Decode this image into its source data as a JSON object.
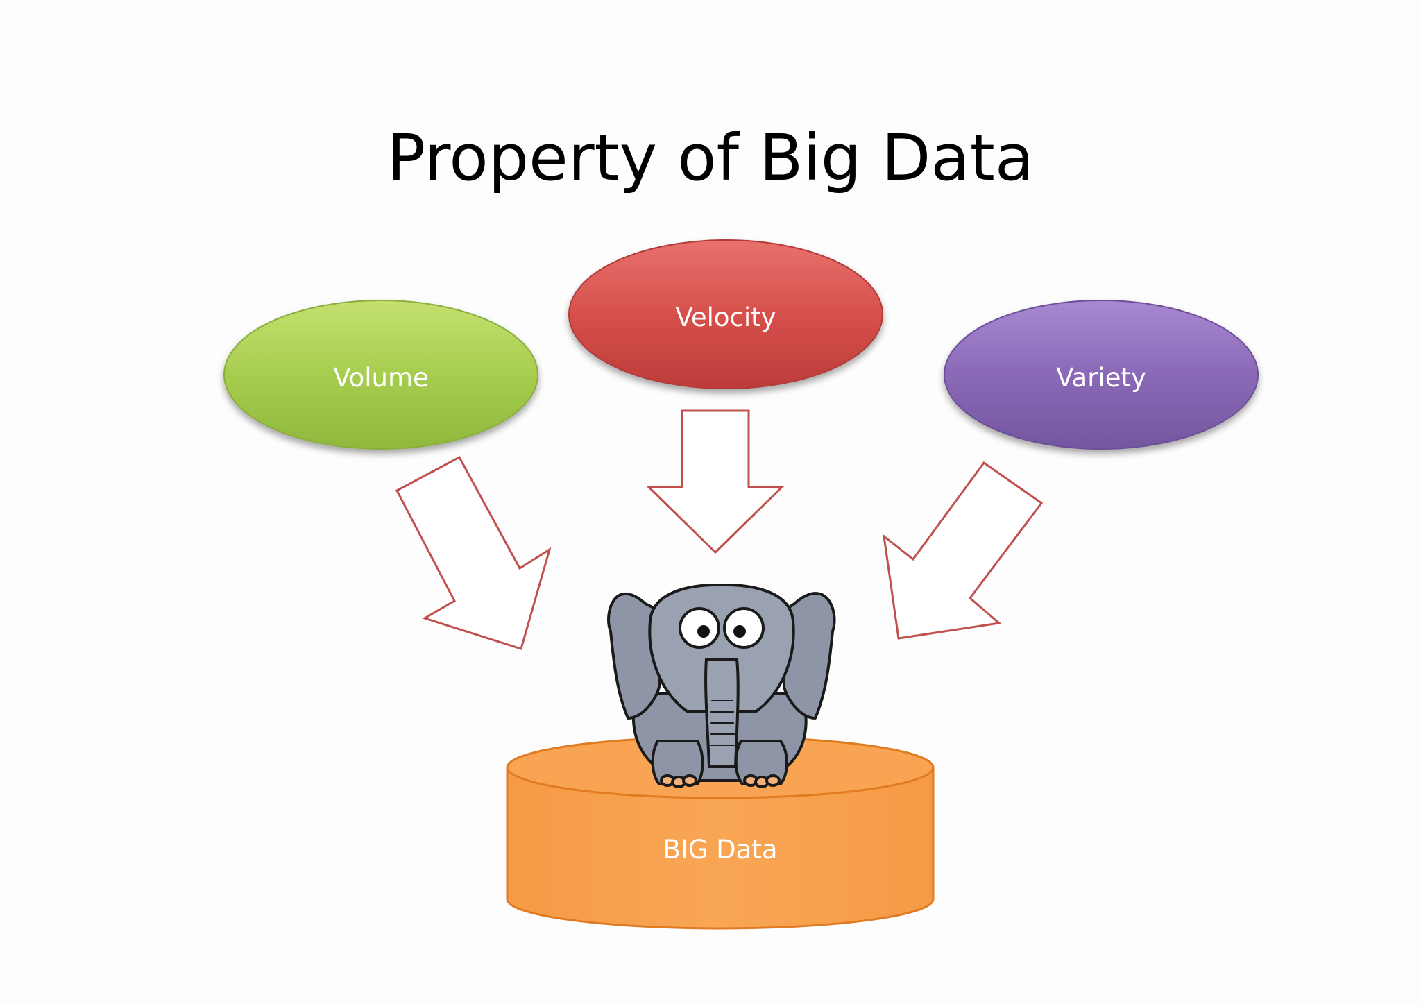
{
  "slide": {
    "title": "Property of Big Data"
  },
  "properties": [
    {
      "id": "volume",
      "label": "Volume",
      "color": "#a9cf54"
    },
    {
      "id": "velocity",
      "label": "Velocity",
      "color": "#d9534f"
    },
    {
      "id": "variety",
      "label": "Variety",
      "color": "#8a68b5"
    }
  ],
  "target": {
    "label": "BIG Data",
    "color": "#f8a452",
    "mascot": "elephant-icon"
  },
  "arrows": {
    "outline_color": "#c0504d",
    "fill_color": "#ffffff"
  }
}
